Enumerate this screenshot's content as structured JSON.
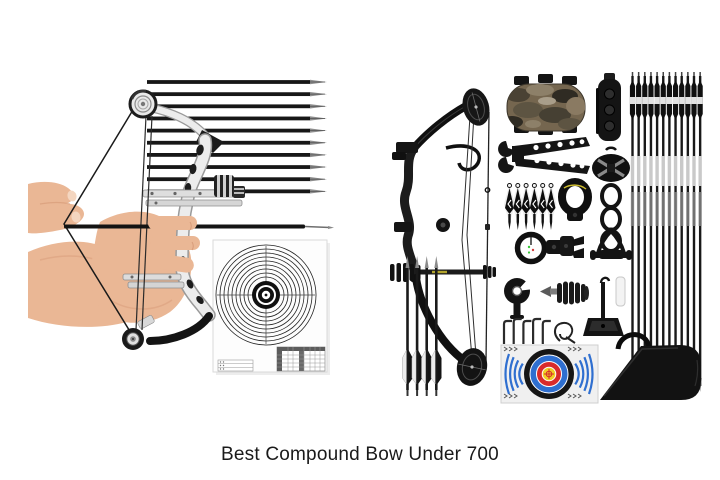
{
  "caption": {
    "text": "Best Compound Bow Under 700"
  },
  "palette": {
    "text": "#1a1a1a",
    "skin": "#eab795",
    "skin_shadow": "#d79b79",
    "nail": "#f4d6c0",
    "metal": "#ececec",
    "metal_edge": "#9a9a9a",
    "gear": "#161616",
    "camo_base": "#75664f",
    "target_blue": "#2f6fd0",
    "target_red": "#d92b2b",
    "target_yellow": "#f0cf25",
    "release_yellow": "#cdbc2e"
  },
  "left_photo": {
    "arrow_count": 10,
    "target_ring_count": 9
  },
  "right_photo": {
    "bundle_arrow_count": 12,
    "standing_arrow_count": 4,
    "broadhead_count": 6,
    "allen_wrench_count": 5
  }
}
